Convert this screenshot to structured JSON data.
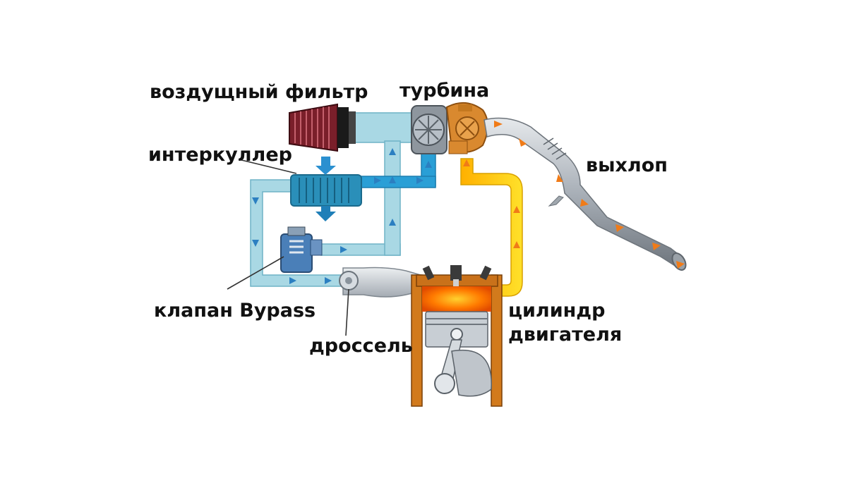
{
  "labels": {
    "air_filter": "воздущный фильтр",
    "turbine": "турбина",
    "intercooler": "интеркуллер",
    "exhaust": "выхлоп",
    "bypass_valve": "клапан Bypass",
    "throttle": "дроссель",
    "cylinder_line1": "цилиндр",
    "cylinder_line2": "двигателя"
  },
  "colors": {
    "intake_air": "#a9d8e4",
    "compressed_air": "#2a9fd6",
    "flow_arrow": "#2b7fc1",
    "exhaust_gas": "#f5c400",
    "exhaust_arrow": "#f07b18",
    "combustion": "#ff6a00",
    "turbine_housing": "#d9892f",
    "steel": "#b8bfc6"
  },
  "icons": [
    "air-filter-icon",
    "turbocharger-icon",
    "intercooler-icon",
    "bypass-valve-icon",
    "throttle-icon",
    "piston-icon",
    "exhaust-pipe-icon"
  ]
}
